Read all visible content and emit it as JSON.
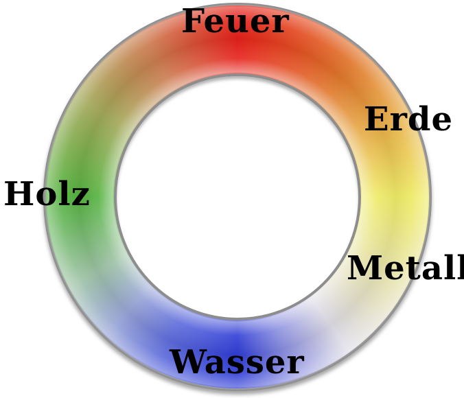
{
  "diagram": {
    "type": "five-element-color-ring",
    "background_color": "#ffffff",
    "text_color": "#000000"
  },
  "elements": [
    {
      "id": "feuer",
      "label": "Feuer",
      "color": "#e6201a",
      "position": "top"
    },
    {
      "id": "erde",
      "label": "Erde",
      "color": "#efec68",
      "position": "upper-right"
    },
    {
      "id": "metall",
      "label": "Metall",
      "color": "#dedce6",
      "position": "lower-right"
    },
    {
      "id": "wasser",
      "label": "Wasser",
      "color": "#2f3cd5",
      "position": "bottom"
    },
    {
      "id": "holz",
      "label": "Holz",
      "color": "#54b23f",
      "position": "left"
    }
  ],
  "ring": {
    "border_color": "#8d8d8d",
    "inner_fill": "#ffffff",
    "gradient_stops": [
      {
        "angle": 0,
        "color": "#e6201a"
      },
      {
        "angle": 40,
        "color": "#e0762b"
      },
      {
        "angle": 90,
        "color": "#efec68"
      },
      {
        "angle": 118,
        "color": "#e7e3af"
      },
      {
        "angle": 144,
        "color": "#dedce6"
      },
      {
        "angle": 163,
        "color": "#8c90e0"
      },
      {
        "angle": 180,
        "color": "#2f3cd5"
      },
      {
        "angle": 205,
        "color": "#5e6cdc"
      },
      {
        "angle": 224,
        "color": "#98a5d6"
      },
      {
        "angle": 242,
        "color": "#9ec2a6"
      },
      {
        "angle": 270,
        "color": "#54b23f"
      },
      {
        "angle": 302,
        "color": "#a3a85a"
      },
      {
        "angle": 330,
        "color": "#cc7a4e"
      },
      {
        "angle": 360,
        "color": "#e6201a"
      }
    ]
  }
}
